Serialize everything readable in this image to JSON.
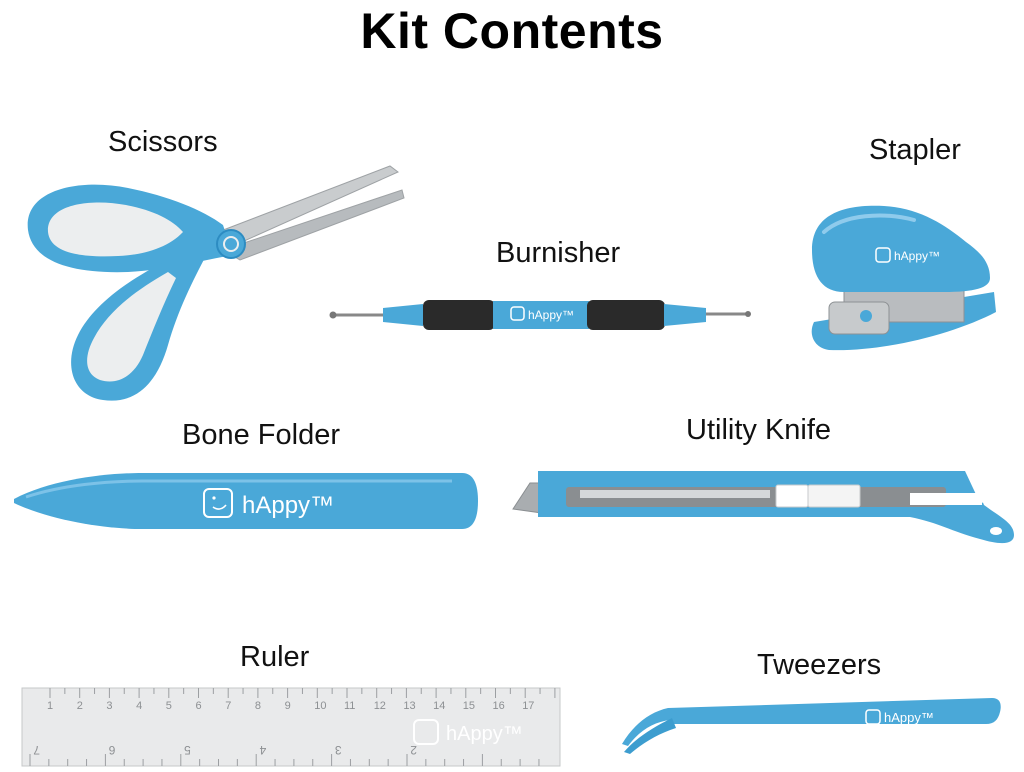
{
  "title": "Kit Contents",
  "brand": "hAppy",
  "brand_tm": "hAppy™",
  "colors": {
    "accent": "#4aa8d8",
    "accent_dark": "#2d8cc2",
    "handle_white": "#eceeef",
    "grip": "#2a2a2a",
    "blade": "#c9ccce"
  },
  "items": {
    "scissors": {
      "label": "Scissors",
      "icon": "scissors-icon"
    },
    "burnisher": {
      "label": "Burnisher",
      "icon": "burnisher-icon"
    },
    "stapler": {
      "label": "Stapler",
      "icon": "stapler-icon"
    },
    "bone_folder": {
      "label": "Bone Folder",
      "icon": "bone-folder-icon"
    },
    "utility_knife": {
      "label": "Utility Knife",
      "icon": "utility-knife-icon"
    },
    "ruler": {
      "label": "Ruler",
      "icon": "ruler-icon",
      "cm_ticks": [
        "1",
        "2",
        "3",
        "4",
        "5",
        "6",
        "7",
        "8",
        "9",
        "10",
        "11",
        "12",
        "13",
        "14",
        "15",
        "16",
        "17"
      ],
      "inch_ticks": [
        "7",
        "6",
        "5",
        "4",
        "3",
        "2"
      ]
    },
    "tweezers": {
      "label": "Tweezers",
      "icon": "tweezers-icon"
    }
  }
}
